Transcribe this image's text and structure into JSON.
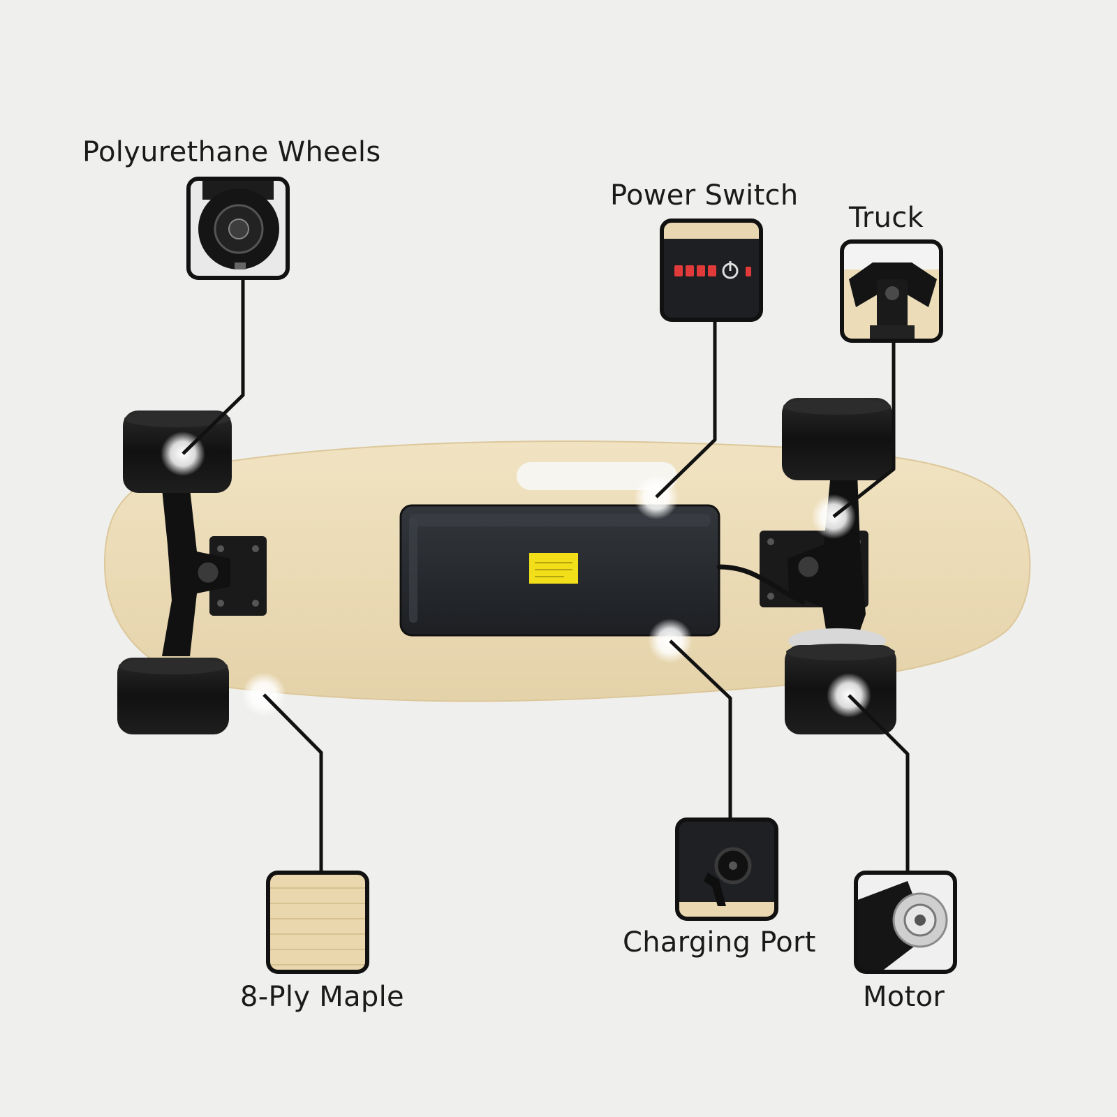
{
  "callouts": {
    "polyurethane_wheels": "Polyurethane Wheels",
    "power_switch": "Power Switch",
    "truck": "Truck",
    "eight_ply_maple": "8-Ply Maple",
    "charging_port": "Charging Port",
    "motor": "Motor"
  },
  "colors": {
    "background": "#efefed",
    "deck": "#ecdcb8",
    "wheel": "#141414",
    "battery": "#26292e",
    "sticker": "#f2df1a",
    "leader_line": "#111111",
    "led_red": "#e03a3a"
  }
}
